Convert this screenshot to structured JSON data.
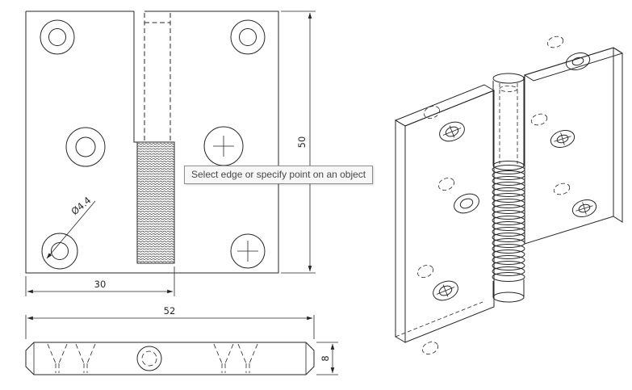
{
  "tooltip": {
    "text": "Select edge or specify point on an object"
  },
  "dimensions": {
    "front_view_height": "50",
    "front_view_width": "30",
    "hole_diameter_callout": "Ø4.4",
    "side_view_length": "52",
    "side_view_thickness": "8"
  },
  "colors": {
    "line": "#262626",
    "background": "#ffffff",
    "tooltip_background": "#f7f7f7",
    "tooltip_border": "#8f8f8f",
    "tooltip_text": "#474747"
  }
}
